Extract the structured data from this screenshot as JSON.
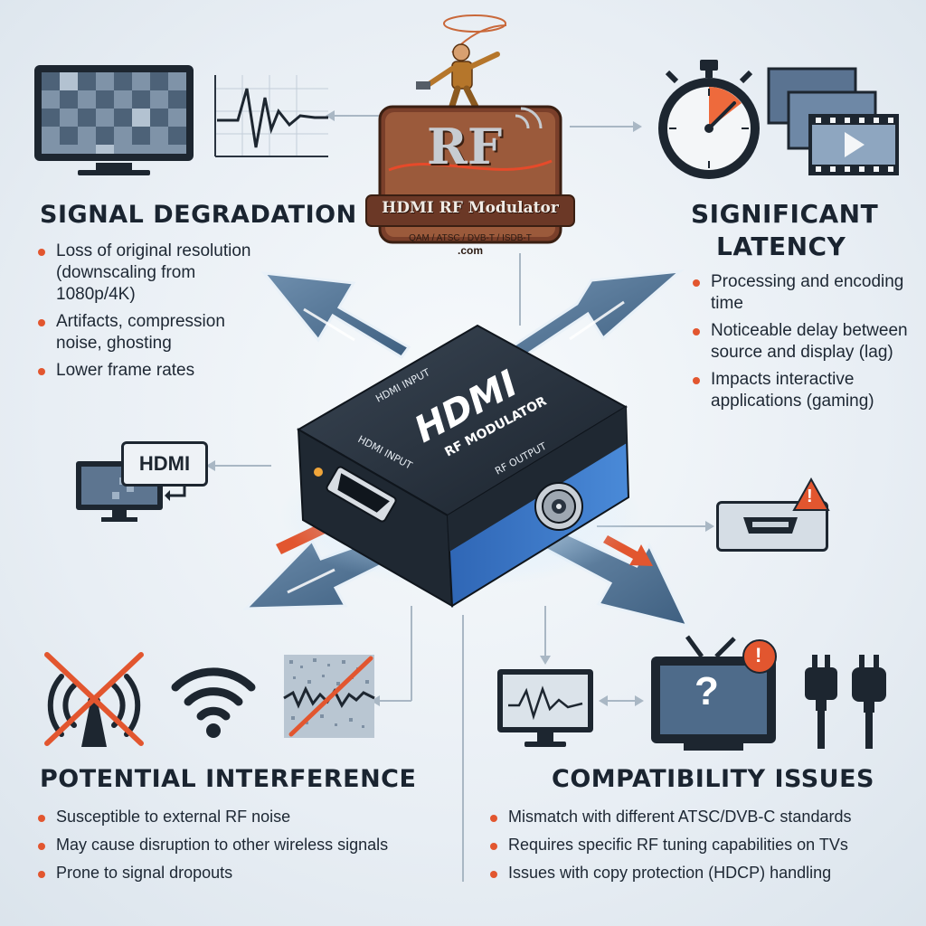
{
  "logo": {
    "big_text": "RF",
    "title": "HDMI RF Modulator",
    "standards": "QAM / ATSC / DVB-T / ISDB-T",
    "domain": ".com"
  },
  "device": {
    "brand": "HDMI",
    "subtitle": "RF MODULATOR",
    "label_top": "HDMI INPUT",
    "label_input": "HDMI INPUT",
    "label_output": "RF OUTPUT"
  },
  "side_icons": {
    "hdmi_badge": "HDMI",
    "tv_question": "?",
    "warning": "!"
  },
  "sections": {
    "signal_degradation": {
      "title": "SIGNAL DEGRADATION",
      "bullets": [
        "Loss of original resolution (downscaling from 1080p/4K)",
        "Artifacts, compression noise, ghosting",
        "Lower frame rates"
      ]
    },
    "latency": {
      "title_line1": "SIGNIFICANT",
      "title_line2": "LATENCY",
      "bullets": [
        "Processing and encoding time",
        "Noticeable delay between source and display (lag)",
        "Impacts interactive applications (gaming)"
      ]
    },
    "interference": {
      "title": "POTENTIAL INTERFERENCE",
      "bullets": [
        "Susceptible to external RF noise",
        "May cause disruption to other wireless signals",
        "Prone to signal dropouts"
      ]
    },
    "compatibility": {
      "title": "COMPATIBILITY ISSUES",
      "bullets": [
        "Mismatch with different ATSC/DVB-C standards",
        "Requires specific RF tuning capabilities on TVs",
        "Issues with copy protection (HDCP) handling"
      ]
    }
  },
  "colors": {
    "accent": "#e2562f",
    "arrow_blue": "#4a6f93",
    "device_blue": "#3a78c9",
    "device_dark": "#1c2530"
  }
}
